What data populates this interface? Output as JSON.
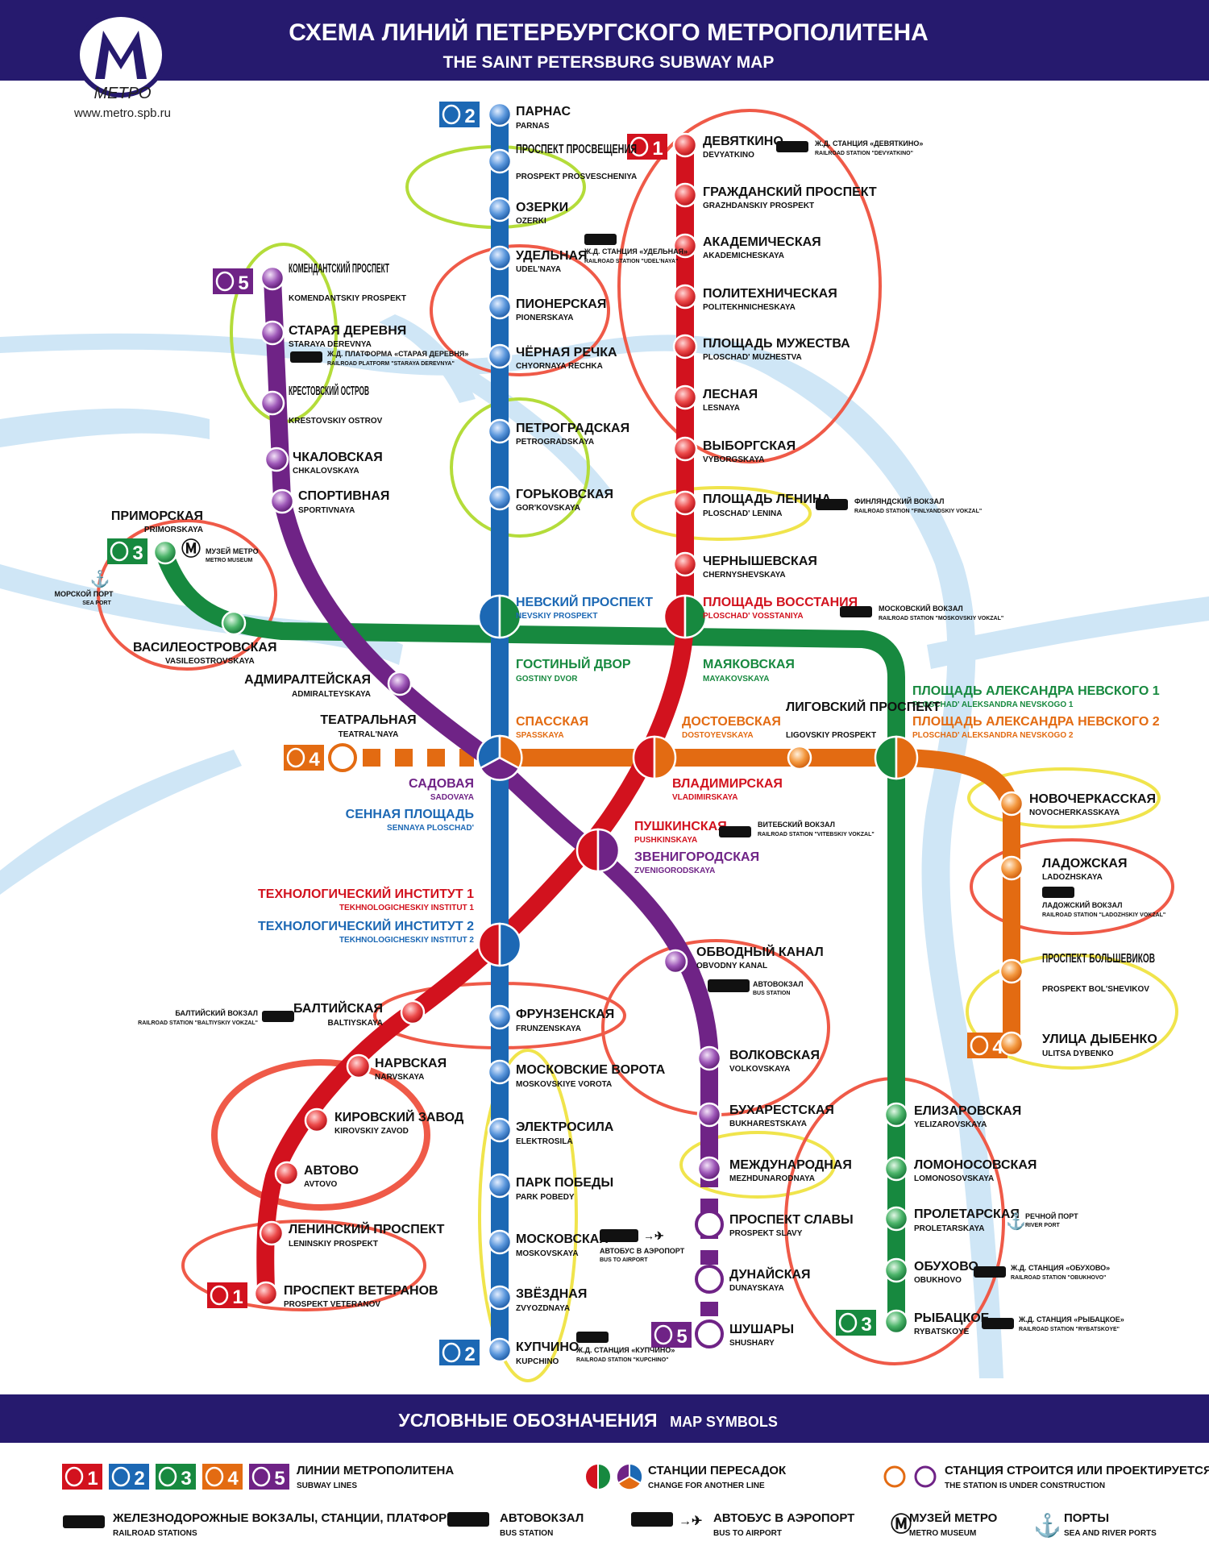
{
  "header": {
    "title_ru": "СХЕМА ЛИНИЙ ПЕТЕРБУРГСКОГО МЕТРОПОЛИТЕНА",
    "title_en": "THE SAINT PETERSBURG SUBWAY MAP",
    "logo_text": "МЕТРО",
    "website": "www.metro.spb.ru"
  },
  "colors": {
    "header_bg": "#261a6e",
    "line1": "#d2121e",
    "line2": "#1c68b4",
    "line3": "#17893f",
    "line4": "#e36b12",
    "line5": "#6f2386",
    "water": "#cfe6f6",
    "highlight_red": "#ef5a48",
    "highlight_green": "#b4dc3a",
    "highlight_yellow": "#f0e44c"
  },
  "line_badges": {
    "l1_top": "1",
    "l1_bottom": "1",
    "l2_top": "2",
    "l2_bottom": "2",
    "l3_left": "3",
    "l3_bottom": "3",
    "l4_left": "4",
    "l4_right": "4",
    "l5_top": "5",
    "l5_bottom": "5"
  },
  "stations": [
    {
      "ru": "ПАРНАС",
      "en": "PARNAS"
    },
    {
      "ru": "ПРОСПЕКТ ПРОСВЕЩЕНИЯ",
      "en": "PROSPEKT PROSVESCHENIYA"
    },
    {
      "ru": "ОЗЕРКИ",
      "en": "OZERKI"
    },
    {
      "ru": "УДЕЛЬНАЯ",
      "en": "UDEL'NAYA"
    },
    {
      "ru": "ПИОНЕРСКАЯ",
      "en": "PIONERSKAYA"
    },
    {
      "ru": "ЧЁРНАЯ РЕЧКА",
      "en": "CHYORNAYA RECHKA"
    },
    {
      "ru": "ПЕТРОГРАДСКАЯ",
      "en": "PETROGRADSKAYA"
    },
    {
      "ru": "ГОРЬКОВСКАЯ",
      "en": "GOR'KOVSKAYA"
    },
    {
      "ru": "НЕВСКИЙ ПРОСПЕКТ",
      "en": "NEVSKIY PROSPEKT"
    },
    {
      "ru": "ГОСТИНЫЙ ДВОР",
      "en": "GOSTINY DVOR"
    },
    {
      "ru": "СПАССКАЯ",
      "en": "SPASSKAYA"
    },
    {
      "ru": "САДОВАЯ",
      "en": "SADOVAYA"
    },
    {
      "ru": "СЕННАЯ ПЛОЩАДЬ",
      "en": "SENNAYA PLOSCHAD'"
    },
    {
      "ru": "ТЕХНОЛОГИЧЕСКИЙ ИНСТИТУТ 1",
      "en": "TEKHNOLOGICHESKIY INSTITUT 1"
    },
    {
      "ru": "ТЕХНОЛОГИЧЕСКИЙ ИНСТИТУТ 2",
      "en": "TEKHNOLOGICHESKIY INSTITUT 2"
    },
    {
      "ru": "ФРУНЗЕНСКАЯ",
      "en": "FRUNZENSKAYA"
    },
    {
      "ru": "МОСКОВСКИЕ ВОРОТА",
      "en": "MOSKOVSKIYE VOROTA"
    },
    {
      "ru": "ЭЛЕКТРОСИЛА",
      "en": "ELEKTROSILA"
    },
    {
      "ru": "ПАРК ПОБЕДЫ",
      "en": "PARK POBEDY"
    },
    {
      "ru": "МОСКОВСКАЯ",
      "en": "MOSKOVSKAYA"
    },
    {
      "ru": "ЗВЁЗДНАЯ",
      "en": "ZVYOZDNAYA"
    },
    {
      "ru": "КУПЧИНО",
      "en": "KUPCHINO"
    },
    {
      "ru": "ДЕВЯТКИНО",
      "en": "DEVYATKINO"
    },
    {
      "ru": "ГРАЖДАНСКИЙ ПРОСПЕКТ",
      "en": "GRAZHDANSKIY PROSPEKT"
    },
    {
      "ru": "АКАДЕМИЧЕСКАЯ",
      "en": "AKADEMICHESKAYA"
    },
    {
      "ru": "ПОЛИТЕХНИЧЕСКАЯ",
      "en": "POLITEKHNICHESKAYA"
    },
    {
      "ru": "ПЛОЩАДЬ МУЖЕСТВА",
      "en": "PLOSCHAD' MUZHESTVA"
    },
    {
      "ru": "ЛЕСНАЯ",
      "en": "LESNAYA"
    },
    {
      "ru": "ВЫБОРГСКАЯ",
      "en": "VYBORGSKAYA"
    },
    {
      "ru": "ПЛОЩАДЬ ЛЕНИНА",
      "en": "PLOSCHAD' LENINA"
    },
    {
      "ru": "ЧЕРНЫШЕВСКАЯ",
      "en": "CHERNYSHEVSKAYA"
    },
    {
      "ru": "ПЛОЩАДЬ ВОССТАНИЯ",
      "en": "PLOSCHAD' VOSSTANIYA"
    },
    {
      "ru": "МАЯКОВСКАЯ",
      "en": "MAYAKOVSKAYA"
    },
    {
      "ru": "ДОСТОЕВСКАЯ",
      "en": "DOSTOYEVSKAYA"
    },
    {
      "ru": "ВЛАДИМИРСКАЯ",
      "en": "VLADIMIRSKAYA"
    },
    {
      "ru": "ПУШКИНСКАЯ",
      "en": "PUSHKINSKAYA"
    },
    {
      "ru": "ЗВЕНИГОРОДСКАЯ",
      "en": "ZVENIGORODSKAYA"
    },
    {
      "ru": "БАЛТИЙСКАЯ",
      "en": "BALTIYSKAYA"
    },
    {
      "ru": "НАРВСКАЯ",
      "en": "NARVSKAYA"
    },
    {
      "ru": "КИРОВСКИЙ ЗАВОД",
      "en": "KIROVSKIY ZAVOD"
    },
    {
      "ru": "АВТОВО",
      "en": "AVTOVO"
    },
    {
      "ru": "ЛЕНИНСКИЙ ПРОСПЕКТ",
      "en": "LENINSKIY PROSPEKT"
    },
    {
      "ru": "ПРОСПЕКТ ВЕТЕРАНОВ",
      "en": "PROSPEKT VETERANOV"
    },
    {
      "ru": "ПРИМОРСКАЯ",
      "en": "PRIMORSKAYA"
    },
    {
      "ru": "ВАСИЛЕОСТРОВСКАЯ",
      "en": "VASILEOSTROVSKAYA"
    },
    {
      "ru": "ПЛОЩАДЬ АЛЕКСАНДРА НЕВСКОГО 1",
      "en": "PLOSCHAD' ALEKSANDRA NEVSKOGO 1"
    },
    {
      "ru": "ПЛОЩАДЬ АЛЕКСАНДРА НЕВСКОГО 2",
      "en": "PLOSCHAD' ALEKSANDRA NEVSKOGO 2"
    },
    {
      "ru": "ЕЛИЗАРОВСКАЯ",
      "en": "YELIZAROVSKAYA"
    },
    {
      "ru": "ЛОМОНОСОВСКАЯ",
      "en": "LOMONOSOVSKAYA"
    },
    {
      "ru": "ПРОЛЕТАРСКАЯ",
      "en": "PROLETARSKAYA"
    },
    {
      "ru": "ОБУХОВО",
      "en": "OBUKHOVO"
    },
    {
      "ru": "РЫБАЦКОЕ",
      "en": "RYBATSKOYE"
    },
    {
      "ru": "ТЕАТРАЛЬНАЯ",
      "en": "TEATRAL'NAYA"
    },
    {
      "ru": "ЛИГОВСКИЙ ПРОСПЕКТ",
      "en": "LIGOVSKIY PROSPEKT"
    },
    {
      "ru": "НОВОЧЕРКАССКАЯ",
      "en": "NOVOCHERKASSKAYA"
    },
    {
      "ru": "ЛАДОЖСКАЯ",
      "en": "LADOZHSKAYA"
    },
    {
      "ru": "ПРОСПЕКТ БОЛЬШЕВИКОВ",
      "en": "PROSPEKT BOL'SHEVIKOV"
    },
    {
      "ru": "УЛИЦА ДЫБЕНКО",
      "en": "ULITSA DYBENKO"
    },
    {
      "ru": "КОМЕНДАНТСКИЙ ПРОСПЕКТ",
      "en": "KOMENDANTSKIY PROSPEKT"
    },
    {
      "ru": "СТАРАЯ ДЕРЕВНЯ",
      "en": "STARAYA DEREVNYA"
    },
    {
      "ru": "КРЕСТОВСКИЙ ОСТРОВ",
      "en": "KRESTOVSKIY OSTROV"
    },
    {
      "ru": "ЧКАЛОВСКАЯ",
      "en": "CHKALOVSKAYA"
    },
    {
      "ru": "СПОРТИВНАЯ",
      "en": "SPORTIVNAYA"
    },
    {
      "ru": "АДМИРАЛТЕЙСКАЯ",
      "en": "ADMIRALTEYSKAYA"
    },
    {
      "ru": "ОБВОДНЫЙ КАНАЛ",
      "en": "OBVODNY KANAL"
    },
    {
      "ru": "ВОЛКОВСКАЯ",
      "en": "VOLKOVSKAYA"
    },
    {
      "ru": "БУХАРЕСТСКАЯ",
      "en": "BUKHARESTSKAYA"
    },
    {
      "ru": "МЕЖДУНАРОДНАЯ",
      "en": "MEZHDUNARODNAYA"
    },
    {
      "ru": "ПРОСПЕКТ СЛАВЫ",
      "en": "PROSPEKT SLAVY"
    },
    {
      "ru": "ДУНАЙСКАЯ",
      "en": "DUNAYSKAYA"
    },
    {
      "ru": "ШУШАРЫ",
      "en": "SHUSHARY"
    }
  ],
  "railroad": [
    {
      "ru": "Ж.Д. СТАНЦИЯ «ДЕВЯТКИНО»",
      "en": "RAILROAD STATION \"DEVYATKINO\""
    },
    {
      "ru": "Ж.Д. СТАНЦИЯ «УДЕЛЬНАЯ»",
      "en": "RAILROAD STATION \"UDEL'NAYA\""
    },
    {
      "ru": "Ж.Д. ПЛАТФОРМА «СТАРАЯ ДЕРЕВНЯ»",
      "en": "RAILROAD PLATFORM \"STARAYA DEREVNYA\""
    },
    {
      "ru": "ФИНЛЯНДСКИЙ ВОКЗАЛ",
      "en": "RAILROAD STATION \"FINLYANDSKIY VOKZAL\""
    },
    {
      "ru": "МОСКОВСКИЙ ВОКЗАЛ",
      "en": "RAILROAD STATION \"MOSKOVSKIY VOKZAL\""
    },
    {
      "ru": "ВИТЕБСКИЙ ВОКЗАЛ",
      "en": "RAILROAD STATION \"VITEBSKIY VOKZAL\""
    },
    {
      "ru": "ЛАДОЖСКИЙ ВОКЗАЛ",
      "en": "RAILROAD STATION \"LADOZHSKIY VOKZAL\""
    },
    {
      "ru": "БАЛТИЙСКИЙ ВОКЗАЛ",
      "en": "RAILROAD STATION \"BALTIYSKIY VOKZAL\""
    },
    {
      "ru": "Ж.Д. СТАНЦИЯ «КУПЧИНО»",
      "en": "RAILROAD STATION \"KUPCHINO\""
    },
    {
      "ru": "Ж.Д. СТАНЦИЯ «ОБУХОВО»",
      "en": "RAILROAD STATION \"OBUKHOVO\""
    },
    {
      "ru": "Ж.Д. СТАНЦИЯ «РЫБАЦКОЕ»",
      "en": "RAILROAD STATION \"RYBATSKOYE\""
    }
  ],
  "extras": {
    "museum_ru": "МУЗЕЙ МЕТРО",
    "museum_en": "METRO MUSEUM",
    "sea_port_ru": "МОРСКОЙ ПОРТ",
    "sea_port_en": "SEA PORT",
    "river_port_ru": "РЕЧНОЙ ПОРТ",
    "river_port_en": "RIVER PORT",
    "bus_station_ru": "АВТОВОКЗАЛ",
    "bus_station_en": "BUS STATION",
    "airport_bus_ru": "АВТОБУС В АЭРОПОРТ",
    "airport_bus_en": "BUS TO AIRPORT"
  },
  "legend": {
    "title_ru": "УСЛОВНЫЕ ОБОЗНАЧЕНИЯ",
    "title_en": "MAP SYMBOLS",
    "badges": [
      "1",
      "2",
      "3",
      "4",
      "5"
    ],
    "lines_ru": "ЛИНИИ МЕТРОПОЛИТЕНА",
    "lines_en": "SUBWAY LINES",
    "transfer_ru": "СТАНЦИИ ПЕРЕСАДОК",
    "transfer_en": "CHANGE FOR ANOTHER LINE",
    "construction_ru": "СТАНЦИЯ СТРОИТСЯ ИЛИ ПРОЕКТИРУЕТСЯ",
    "construction_en": "THE STATION IS UNDER CONSTRUCTION",
    "railroad_ru": "ЖЕЛЕЗНОДОРОЖНЫЕ ВОКЗАЛЫ, СТАНЦИИ, ПЛАТФОРМЫ",
    "railroad_en": "RAILROAD STATIONS",
    "bus_ru": "АВТОВОКЗАЛ",
    "bus_en": "BUS STATION",
    "airport_ru": "АВТОБУС В АЭРОПОРТ",
    "airport_en": "BUS TO AIRPORT",
    "museum_ru": "МУЗЕЙ МЕТРО",
    "museum_en": "METRO MUSEUM",
    "ports_ru": "ПОРТЫ",
    "ports_en": "SEA AND RIVER PORTS"
  }
}
